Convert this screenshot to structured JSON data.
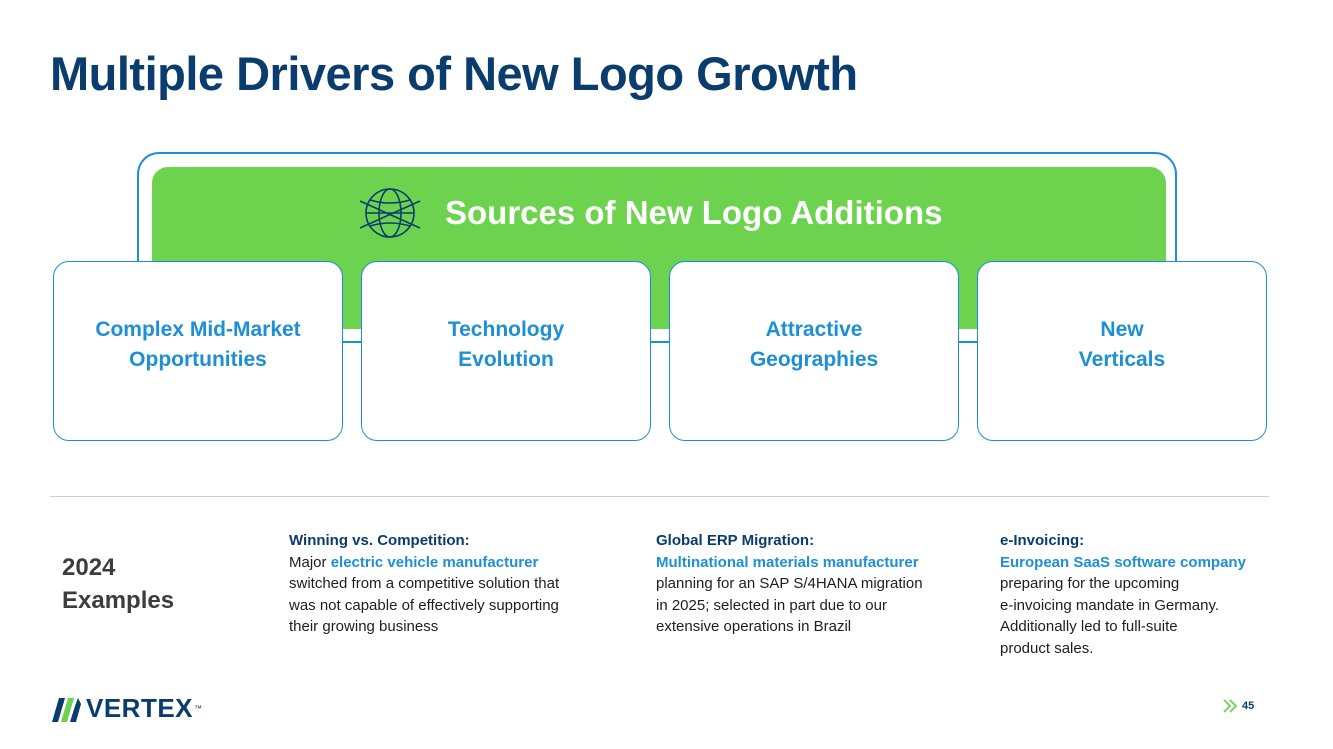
{
  "slide": {
    "title": "Multiple Drivers of New Logo Growth",
    "banner": {
      "title": "Sources of New Logo Additions",
      "icon": "globe-icon"
    },
    "cards": [
      {
        "label": "Complex Mid-Market\nOpportunities"
      },
      {
        "label": "Technology\nEvolution"
      },
      {
        "label": "Attractive\nGeographies"
      },
      {
        "label": "New\nVerticals"
      }
    ],
    "examples_label": "2024\nExamples",
    "examples": [
      {
        "heading": "Winning vs. Competition:",
        "line1_pre": "Major ",
        "line1_highlight": "electric vehicle manufacturer",
        "lines": [
          "switched from a competitive solution that",
          "was not capable of effectively supporting",
          "their growing business"
        ]
      },
      {
        "heading": "Global ERP Migration:",
        "highlight": "Multinational materials manufacturer",
        "lines": [
          "planning for an SAP S/4HANA migration",
          "in 2025; selected in part due to our",
          "extensive operations in Brazil"
        ]
      },
      {
        "heading": "e-Invoicing:",
        "highlight": "European SaaS software company",
        "lines": [
          "preparing for the upcoming",
          "e-invoicing mandate in Germany.",
          "Additionally led to full-suite",
          "product sales."
        ]
      }
    ],
    "logo": {
      "text": "VERTEX",
      "mark": "™"
    },
    "page_number": "45"
  },
  "colors": {
    "title": "#0a3d6e",
    "accent_blue": "#1d8fd6",
    "banner_green": "#6dd34f"
  }
}
